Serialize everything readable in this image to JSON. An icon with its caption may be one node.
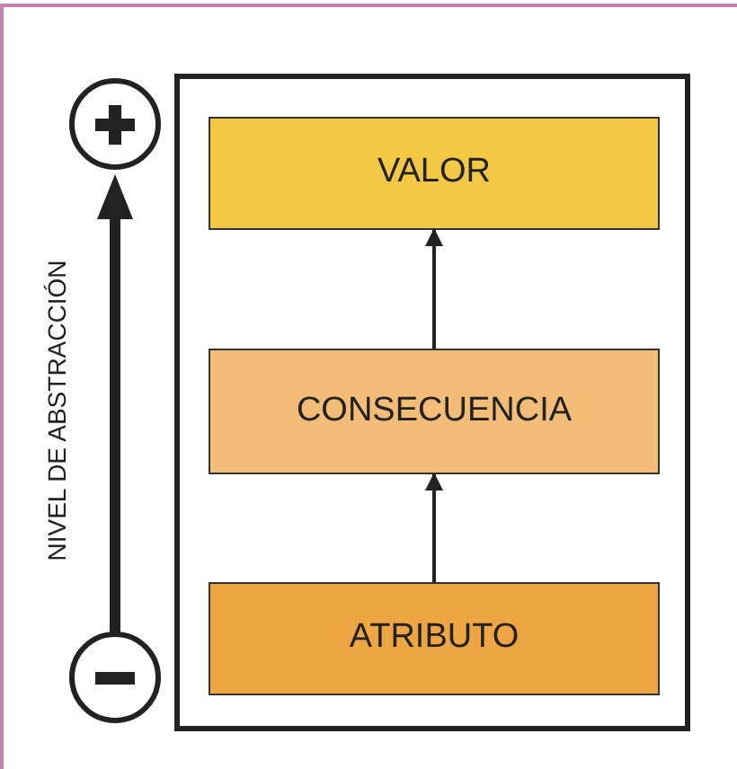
{
  "diagram": {
    "nodes": [
      {
        "text": [],
        "shape": "box"
      },
      {
        "text": [
          "VALOR"
        ],
        "in": 0
      },
      {
        "text": [
          "CONSECUENCIA"
        ],
        "in": 0
      },
      {
        "text": [
          "ATRIBUTO"
        ],
        "in": 0
      }
    ],
    "edges": [
      {
        "from": 3,
        "to": 2,
        "arrow": "to"
      },
      {
        "from": 2,
        "to": 1,
        "arrow": "to"
      }
    ],
    "labels": [
      "NIVEL DE ABSTRACCIÓN"
    ]
  }
}
